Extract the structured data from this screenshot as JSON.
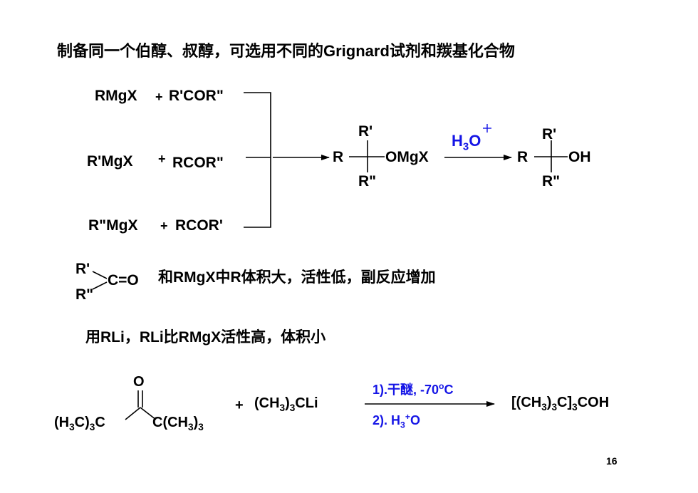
{
  "title": "制备同一个伯醇、叔醇，可选用不同的Grignard试剂和羰基化合物",
  "scheme1": {
    "reactant1_reagent": "RMgX",
    "reactant1_plus": "+",
    "reactant1_carbonyl": "R'COR\"",
    "reactant2_reagent": "R'MgX",
    "reactant2_plus": "+",
    "reactant2_carbonyl": "RCOR\"",
    "reactant3_reagent": "R\"MgX",
    "reactant3_plus": "+",
    "reactant3_carbonyl": "RCOR'",
    "intermediate": {
      "top": "R'",
      "left": "R",
      "right": "OMgX",
      "bottom": "R\""
    },
    "reagent": {
      "h": "H",
      "sub": "3",
      "o": "O",
      "charge": "+"
    },
    "product": {
      "top": "R'",
      "left": "R",
      "right": "OH",
      "bottom": "R\""
    }
  },
  "note1": {
    "ketone_r1": "R'",
    "ketone_r2": "R\"",
    "ketone_co": "C=O",
    "text": "和RMgX中R体积大，活性低，副反应增加"
  },
  "note2": "用RLi，RLi比RMgX活性高，体积小",
  "scheme2": {
    "ketone_o": "O",
    "ketone_left_a": "(H",
    "ketone_left_sub1": "3",
    "ketone_left_b": "C)",
    "ketone_left_sub2": "3",
    "ketone_left_c": "C",
    "ketone_right_a": "C(CH",
    "ketone_right_sub1": "3",
    "ketone_right_b": ")",
    "ketone_right_sub2": "3",
    "plus": "+",
    "reagent_a": "(CH",
    "reagent_sub1": "3",
    "reagent_b": ")",
    "reagent_sub2": "3",
    "reagent_c": "CLi",
    "condition1_a": "1).干醚, -70",
    "condition1_sup": "o",
    "condition1_b": "C",
    "condition2_a": "2). H",
    "condition2_sub": "3",
    "condition2_sup": "+",
    "condition2_b": "O",
    "product_a": "[(CH",
    "product_sub1": "3",
    "product_b": ")",
    "product_sub2": "3",
    "product_c": "C]",
    "product_sub3": "3",
    "product_d": "COH"
  },
  "page_number": "16",
  "colors": {
    "accent": "#1515e6",
    "text": "#000000"
  }
}
